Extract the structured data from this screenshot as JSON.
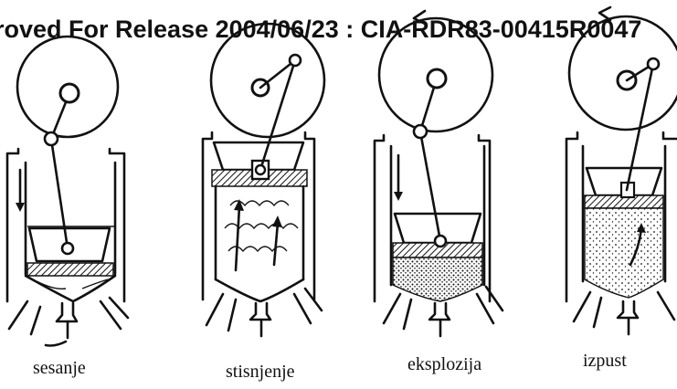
{
  "header": {
    "text": "roved For Release 2004/06/23 : CIA-RDR83-00415R0047"
  },
  "stages": [
    {
      "label": "sesanje",
      "state": "intake"
    },
    {
      "label": "stisnjenje",
      "state": "compression"
    },
    {
      "label": "eksplozija",
      "state": "explosion"
    },
    {
      "label": "izpust",
      "state": "exhaust"
    }
  ]
}
